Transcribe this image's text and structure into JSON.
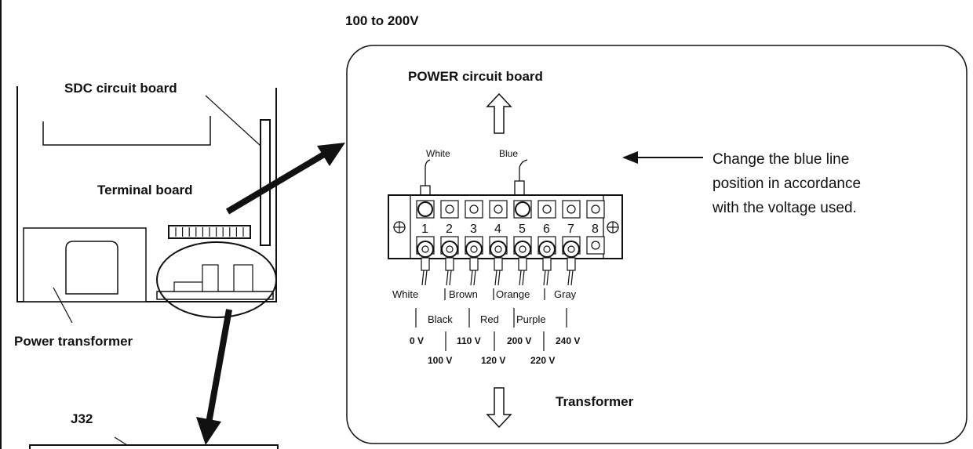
{
  "voltage_range": "100 to 200V",
  "left": {
    "sdc_board_label": "SDC circuit board",
    "terminal_board_label": "Terminal board",
    "power_transformer_label": "Power transformer",
    "connector_label": "J32"
  },
  "detail": {
    "power_board_label": "POWER circuit board",
    "transformer_label": "Transformer",
    "top_wires": [
      "White",
      "Blue"
    ],
    "terminal_numbers": [
      "1",
      "2",
      "3",
      "4",
      "5",
      "6",
      "7",
      "8"
    ],
    "wire_colors_row1": [
      "White",
      "Brown",
      "Orange",
      "Gray"
    ],
    "wire_colors_row2": [
      "Black",
      "Red",
      "Purple"
    ],
    "voltages_row1": [
      "0 V",
      "110 V",
      "200 V",
      "240 V"
    ],
    "voltages_row2": [
      "100 V",
      "120 V",
      "220 V"
    ],
    "note_lines": [
      "Change the blue line",
      "position in accordance",
      "with the voltage used."
    ]
  }
}
